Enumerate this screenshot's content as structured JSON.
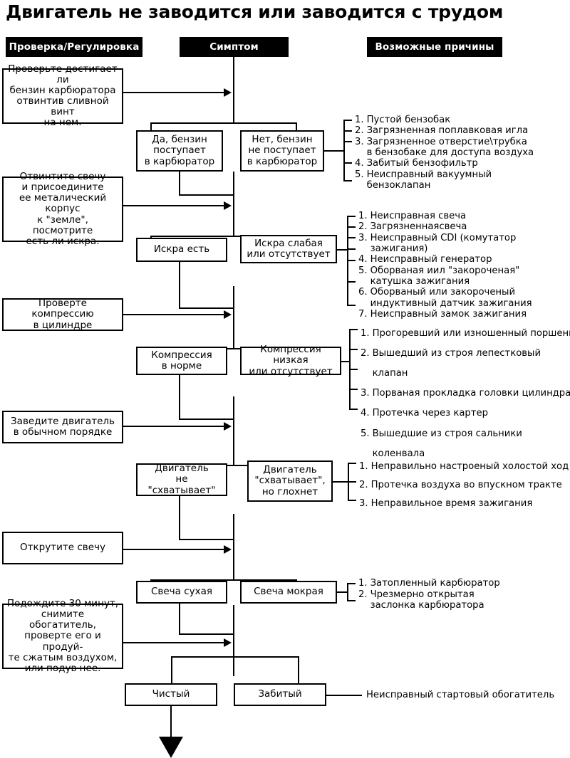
{
  "title": "Двигатель не заводится или заводится с трудом",
  "columns": [
    {
      "label": "Проверка/Регулировка"
    },
    {
      "label": "Симптом"
    },
    {
      "label": "Возможные причины"
    }
  ],
  "sections": [
    {
      "check": "Проверьте достигает ли\nбензин карбюратора\nотвинтив сливной винт\nна нем.",
      "ok": "Да, бензин\nпоступает\nв карбюратор",
      "fail": "Нет, бензин\nне поступает\nв карбюратор",
      "causes": [
        {
          "n": "1.",
          "t": "Пустой бензобак"
        },
        {
          "n": "2.",
          "t": "Загрязненная поплавковая игла"
        },
        {
          "n": "3.",
          "t": "Загрязненное отверстие\\трубка\n   в бензобаке для доступа воздуха"
        },
        {
          "n": "4.",
          "t": "Забитый бензофильтр"
        },
        {
          "n": "5.",
          "t": "Неисправный вакуумный\n   бензоклапан"
        }
      ]
    },
    {
      "check": "Отвинтите свечу\nи присоедините\nее металический корпус\nк \"земле\", посмотрите\nесть ли искра.",
      "ok": "Искра есть",
      "fail": "Искра слабая\nили отсутствует",
      "causes": [
        {
          "n": "1.",
          "t": "Неисправная свеча"
        },
        {
          "n": "2.",
          "t": "Загрязненнаясвеча"
        },
        {
          "n": "3.",
          "t": "Неисправный CDI (комутатор зажигания)"
        },
        {
          "n": "4.",
          "t": "Неисправный генератор"
        },
        {
          "n": "5.",
          "t": "Оборваная иил \"закороченая\"\n   катушка зажигания"
        },
        {
          "n": "6.",
          "t": "Оборваный или закороченый\n   индуктивный датчик зажигания"
        },
        {
          "n": "7.",
          "t": "Неисправный замок зажигания"
        }
      ]
    },
    {
      "check": "Проверте компрессию\nв цилиндре",
      "ok": "Компрессия\nв норме",
      "fail": "Компрессия низкая\nили отсутствует",
      "causes": [
        {
          "n": "1.",
          "t": "Прогоревший или изношенный поршень"
        },
        {
          "n": "2.",
          "t": "Вышедший из строя лепестковый клапан"
        },
        {
          "n": "3.",
          "t": "Порваная прокладка головки цилиндра"
        },
        {
          "n": "4.",
          "t": "Протечка через картер"
        },
        {
          "n": "5.",
          "t": "Вышедшие из строя сальники коленвала"
        }
      ]
    },
    {
      "check": "Заведите двигатель\nв обычном порядке",
      "ok": "Двигатель\nне \"схватывает\"",
      "fail": "Двигатель\n\"схватывает\",\nно глохнет",
      "causes": [
        {
          "n": "1.",
          "t": "Неправильно настроеный холостой ход"
        },
        {
          "n": "2.",
          "t": "Протечка воздуха во впускном тракте"
        },
        {
          "n": "3.",
          "t": "Неправильное время зажигания"
        }
      ]
    },
    {
      "check": "Открутите свечу",
      "ok": "Свеча сухая",
      "fail": "Свеча мокрая",
      "causes": [
        {
          "n": "1.",
          "t": "Затопленный карбюратор"
        },
        {
          "n": "2.",
          "t": "Чрезмерно открытая\n   заслонка карбюратора"
        }
      ]
    },
    {
      "check": "Подождите 30 минут,\nснимите обогатитель,\nпроверте его и продуй-\nте сжатым воздухом,\nили подув нее.",
      "ok": "Чистый",
      "fail": "Забитый",
      "cause_single": "Неисправный стартовый обогатитель"
    }
  ],
  "colors": {
    "header_bg": "#000000",
    "header_fg": "#ffffff",
    "line": "#000000",
    "page_bg": "#ffffff"
  }
}
